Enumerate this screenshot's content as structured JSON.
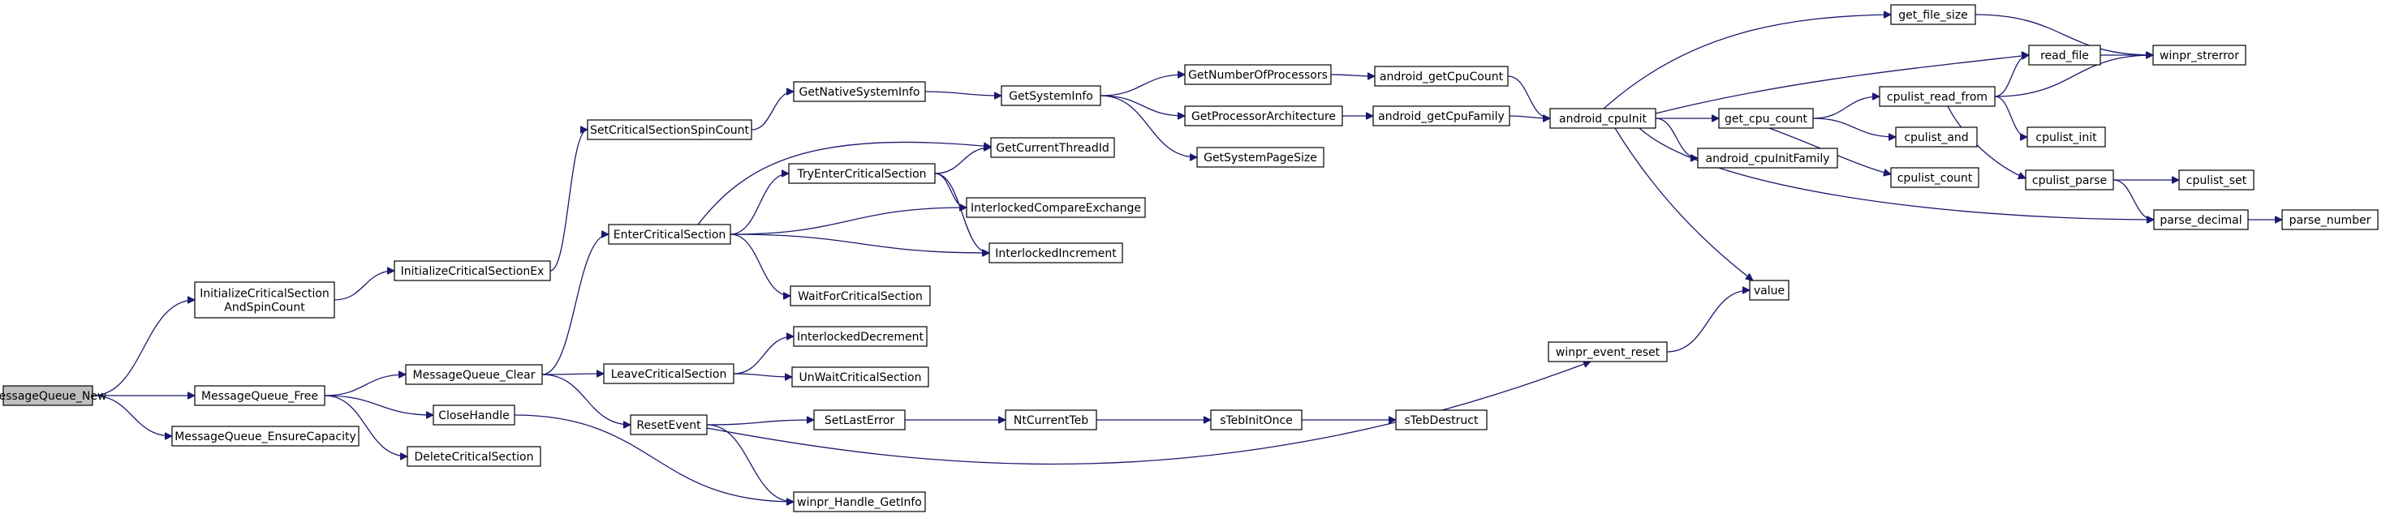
{
  "colors": {
    "edge": "#191970",
    "node_border": "#000000",
    "node_fill": "#ffffff",
    "root_fill": "#bfbfbf",
    "background": "#ffffff"
  },
  "nodes": [
    {
      "id": "MessageQueue_New",
      "lines": [
        "MessageQueue_New"
      ],
      "root": true
    },
    {
      "id": "InitializeCriticalSectionAndSpinCount",
      "lines": [
        "InitializeCriticalSection",
        "AndSpinCount"
      ]
    },
    {
      "id": "MessageQueue_Free",
      "lines": [
        "MessageQueue_Free"
      ]
    },
    {
      "id": "MessageQueue_EnsureCapacity",
      "lines": [
        "MessageQueue_EnsureCapacity"
      ]
    },
    {
      "id": "InitializeCriticalSectionEx",
      "lines": [
        "InitializeCriticalSectionEx"
      ]
    },
    {
      "id": "MessageQueue_Clear",
      "lines": [
        "MessageQueue_Clear"
      ]
    },
    {
      "id": "CloseHandle",
      "lines": [
        "CloseHandle"
      ]
    },
    {
      "id": "DeleteCriticalSection",
      "lines": [
        "DeleteCriticalSection"
      ]
    },
    {
      "id": "SetCriticalSectionSpinCount",
      "lines": [
        "SetCriticalSectionSpinCount"
      ]
    },
    {
      "id": "EnterCriticalSection",
      "lines": [
        "EnterCriticalSection"
      ]
    },
    {
      "id": "LeaveCriticalSection",
      "lines": [
        "LeaveCriticalSection"
      ]
    },
    {
      "id": "ResetEvent",
      "lines": [
        "ResetEvent"
      ]
    },
    {
      "id": "winpr_Handle_GetInfo",
      "lines": [
        "winpr_Handle_GetInfo"
      ]
    },
    {
      "id": "GetNativeSystemInfo",
      "lines": [
        "GetNativeSystemInfo"
      ]
    },
    {
      "id": "TryEnterCriticalSection",
      "lines": [
        "TryEnterCriticalSection"
      ]
    },
    {
      "id": "WaitForCriticalSection",
      "lines": [
        "WaitForCriticalSection"
      ]
    },
    {
      "id": "InterlockedDecrement",
      "lines": [
        "InterlockedDecrement"
      ]
    },
    {
      "id": "UnWaitCriticalSection",
      "lines": [
        "UnWaitCriticalSection"
      ]
    },
    {
      "id": "SetLastError",
      "lines": [
        "SetLastError"
      ]
    },
    {
      "id": "GetSystemInfo",
      "lines": [
        "GetSystemInfo"
      ]
    },
    {
      "id": "GetCurrentThreadId",
      "lines": [
        "GetCurrentThreadId"
      ]
    },
    {
      "id": "InterlockedCompareExchange",
      "lines": [
        "InterlockedCompareExchange"
      ]
    },
    {
      "id": "InterlockedIncrement",
      "lines": [
        "InterlockedIncrement"
      ]
    },
    {
      "id": "NtCurrentTeb",
      "lines": [
        "NtCurrentTeb"
      ]
    },
    {
      "id": "GetNumberOfProcessors",
      "lines": [
        "GetNumberOfProcessors"
      ]
    },
    {
      "id": "GetProcessorArchitecture",
      "lines": [
        "GetProcessorArchitecture"
      ]
    },
    {
      "id": "GetSystemPageSize",
      "lines": [
        "GetSystemPageSize"
      ]
    },
    {
      "id": "sTebInitOnce",
      "lines": [
        "sTebInitOnce"
      ]
    },
    {
      "id": "android_getCpuCount",
      "lines": [
        "android_getCpuCount"
      ]
    },
    {
      "id": "android_getCpuFamily",
      "lines": [
        "android_getCpuFamily"
      ]
    },
    {
      "id": "sTebDestruct",
      "lines": [
        "sTebDestruct"
      ]
    },
    {
      "id": "android_cpuInit",
      "lines": [
        "android_cpuInit"
      ]
    },
    {
      "id": "winpr_event_reset",
      "lines": [
        "winpr_event_reset"
      ]
    },
    {
      "id": "get_file_size",
      "lines": [
        "get_file_size"
      ]
    },
    {
      "id": "get_cpu_count",
      "lines": [
        "get_cpu_count"
      ]
    },
    {
      "id": "android_cpuInitFamily",
      "lines": [
        "android_cpuInitFamily"
      ]
    },
    {
      "id": "value",
      "lines": [
        "value"
      ]
    },
    {
      "id": "cpulist_read_from",
      "lines": [
        "cpulist_read_from"
      ]
    },
    {
      "id": "cpulist_and",
      "lines": [
        "cpulist_and"
      ]
    },
    {
      "id": "cpulist_count",
      "lines": [
        "cpulist_count"
      ]
    },
    {
      "id": "read_file",
      "lines": [
        "read_file"
      ]
    },
    {
      "id": "cpulist_init",
      "lines": [
        "cpulist_init"
      ]
    },
    {
      "id": "cpulist_parse",
      "lines": [
        "cpulist_parse"
      ]
    },
    {
      "id": "winpr_strerror",
      "lines": [
        "winpr_strerror"
      ]
    },
    {
      "id": "cpulist_set",
      "lines": [
        "cpulist_set"
      ]
    },
    {
      "id": "parse_decimal",
      "lines": [
        "parse_decimal"
      ]
    },
    {
      "id": "parse_number",
      "lines": [
        "parse_number"
      ]
    }
  ],
  "edges": [
    [
      "MessageQueue_New",
      "InitializeCriticalSectionAndSpinCount"
    ],
    [
      "MessageQueue_New",
      "MessageQueue_Free"
    ],
    [
      "MessageQueue_New",
      "MessageQueue_EnsureCapacity"
    ],
    [
      "InitializeCriticalSectionAndSpinCount",
      "InitializeCriticalSectionEx"
    ],
    [
      "InitializeCriticalSectionEx",
      "SetCriticalSectionSpinCount"
    ],
    [
      "SetCriticalSectionSpinCount",
      "GetNativeSystemInfo"
    ],
    [
      "GetNativeSystemInfo",
      "GetSystemInfo"
    ],
    [
      "GetSystemInfo",
      "GetNumberOfProcessors"
    ],
    [
      "GetSystemInfo",
      "GetProcessorArchitecture"
    ],
    [
      "GetSystemInfo",
      "GetSystemPageSize"
    ],
    [
      "GetNumberOfProcessors",
      "android_getCpuCount"
    ],
    [
      "GetProcessorArchitecture",
      "android_getCpuFamily"
    ],
    [
      "android_getCpuCount",
      "android_cpuInit"
    ],
    [
      "android_getCpuFamily",
      "android_cpuInit"
    ],
    [
      "android_cpuInit",
      "get_file_size"
    ],
    [
      "android_cpuInit",
      "read_file"
    ],
    [
      "android_cpuInit",
      "get_cpu_count"
    ],
    [
      "android_cpuInit",
      "android_cpuInitFamily"
    ],
    [
      "android_cpuInit",
      "value"
    ],
    [
      "android_cpuInit",
      "parse_decimal"
    ],
    [
      "get_file_size",
      "winpr_strerror"
    ],
    [
      "read_file",
      "winpr_strerror"
    ],
    [
      "get_cpu_count",
      "cpulist_read_from"
    ],
    [
      "get_cpu_count",
      "cpulist_and"
    ],
    [
      "get_cpu_count",
      "cpulist_count"
    ],
    [
      "cpulist_read_from",
      "read_file"
    ],
    [
      "cpulist_read_from",
      "winpr_strerror"
    ],
    [
      "cpulist_read_from",
      "cpulist_init"
    ],
    [
      "cpulist_read_from",
      "cpulist_parse"
    ],
    [
      "cpulist_parse",
      "cpulist_set"
    ],
    [
      "cpulist_parse",
      "parse_decimal"
    ],
    [
      "parse_decimal",
      "parse_number"
    ],
    [
      "MessageQueue_Free",
      "MessageQueue_Clear"
    ],
    [
      "MessageQueue_Free",
      "CloseHandle"
    ],
    [
      "MessageQueue_Free",
      "DeleteCriticalSection"
    ],
    [
      "MessageQueue_Clear",
      "EnterCriticalSection"
    ],
    [
      "MessageQueue_Clear",
      "LeaveCriticalSection"
    ],
    [
      "MessageQueue_Clear",
      "ResetEvent"
    ],
    [
      "CloseHandle",
      "winpr_Handle_GetInfo"
    ],
    [
      "EnterCriticalSection",
      "GetCurrentThreadId"
    ],
    [
      "EnterCriticalSection",
      "TryEnterCriticalSection"
    ],
    [
      "EnterCriticalSection",
      "InterlockedCompareExchange"
    ],
    [
      "EnterCriticalSection",
      "InterlockedIncrement"
    ],
    [
      "EnterCriticalSection",
      "WaitForCriticalSection"
    ],
    [
      "TryEnterCriticalSection",
      "GetCurrentThreadId"
    ],
    [
      "TryEnterCriticalSection",
      "InterlockedCompareExchange"
    ],
    [
      "TryEnterCriticalSection",
      "InterlockedIncrement"
    ],
    [
      "LeaveCriticalSection",
      "InterlockedDecrement"
    ],
    [
      "LeaveCriticalSection",
      "UnWaitCriticalSection"
    ],
    [
      "ResetEvent",
      "SetLastError"
    ],
    [
      "ResetEvent",
      "winpr_Handle_GetInfo"
    ],
    [
      "ResetEvent",
      "winpr_event_reset"
    ],
    [
      "SetLastError",
      "NtCurrentTeb"
    ],
    [
      "NtCurrentTeb",
      "sTebInitOnce"
    ],
    [
      "sTebInitOnce",
      "sTebDestruct"
    ],
    [
      "winpr_event_reset",
      "value"
    ]
  ]
}
